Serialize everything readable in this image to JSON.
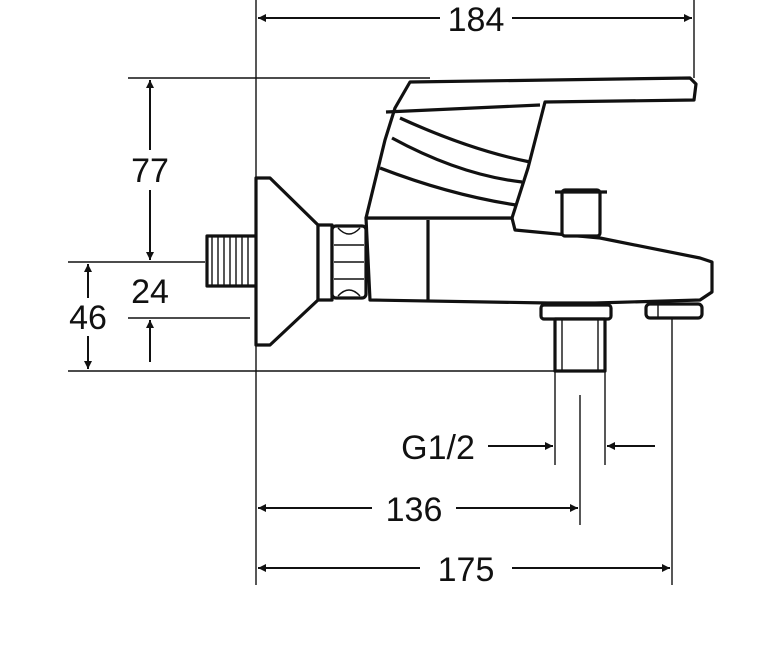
{
  "dimensions": {
    "overall_width": "184",
    "height_upper": "77",
    "axis_offset": "24",
    "total_height": "46",
    "thread": "G1/2",
    "outlet_distance": "136",
    "spout_length": "175"
  }
}
